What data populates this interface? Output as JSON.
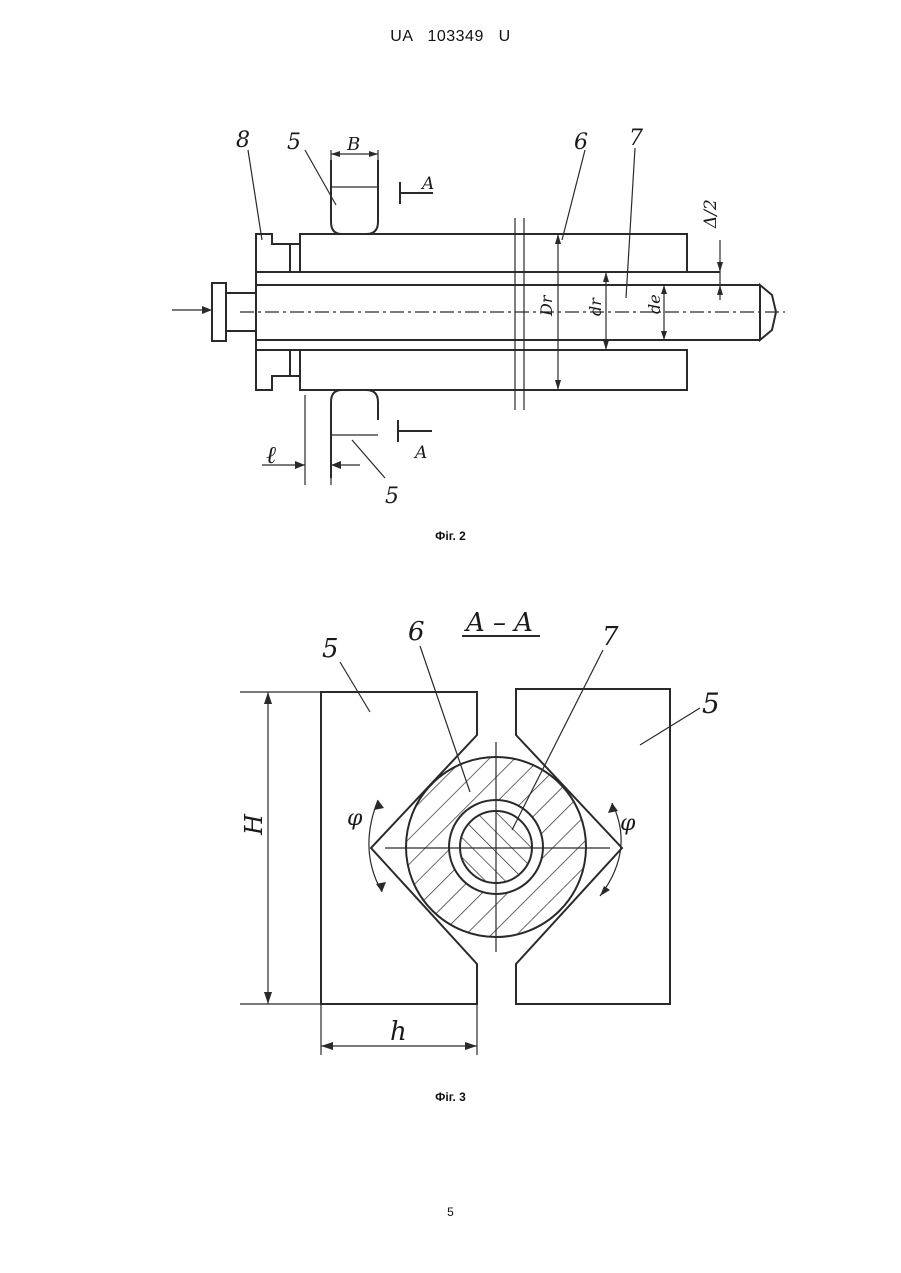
{
  "header": {
    "doc_id": "UA   103349   U"
  },
  "figure2": {
    "caption": "Фіг. 2",
    "labels": {
      "part8": "8",
      "part5_top": "5",
      "part5_bottom": "5",
      "part6": "6",
      "part7": "7",
      "width_B": "B",
      "section_A_top": "A",
      "section_A_bottom": "A",
      "len_l": "ℓ",
      "dia_Dr": "Dr",
      "dia_dr": "dr",
      "dia_de": "de",
      "delta_half": "Δ/2"
    }
  },
  "figure3": {
    "caption": "Фіг. 3",
    "labels": {
      "section_title": "A – A",
      "part5_left": "5",
      "part6": "6",
      "part7": "7",
      "part5_right": "5",
      "height_H": "H",
      "width_h": "h",
      "angle_left": "φ",
      "angle_right": "φ"
    }
  },
  "page_number": "5"
}
